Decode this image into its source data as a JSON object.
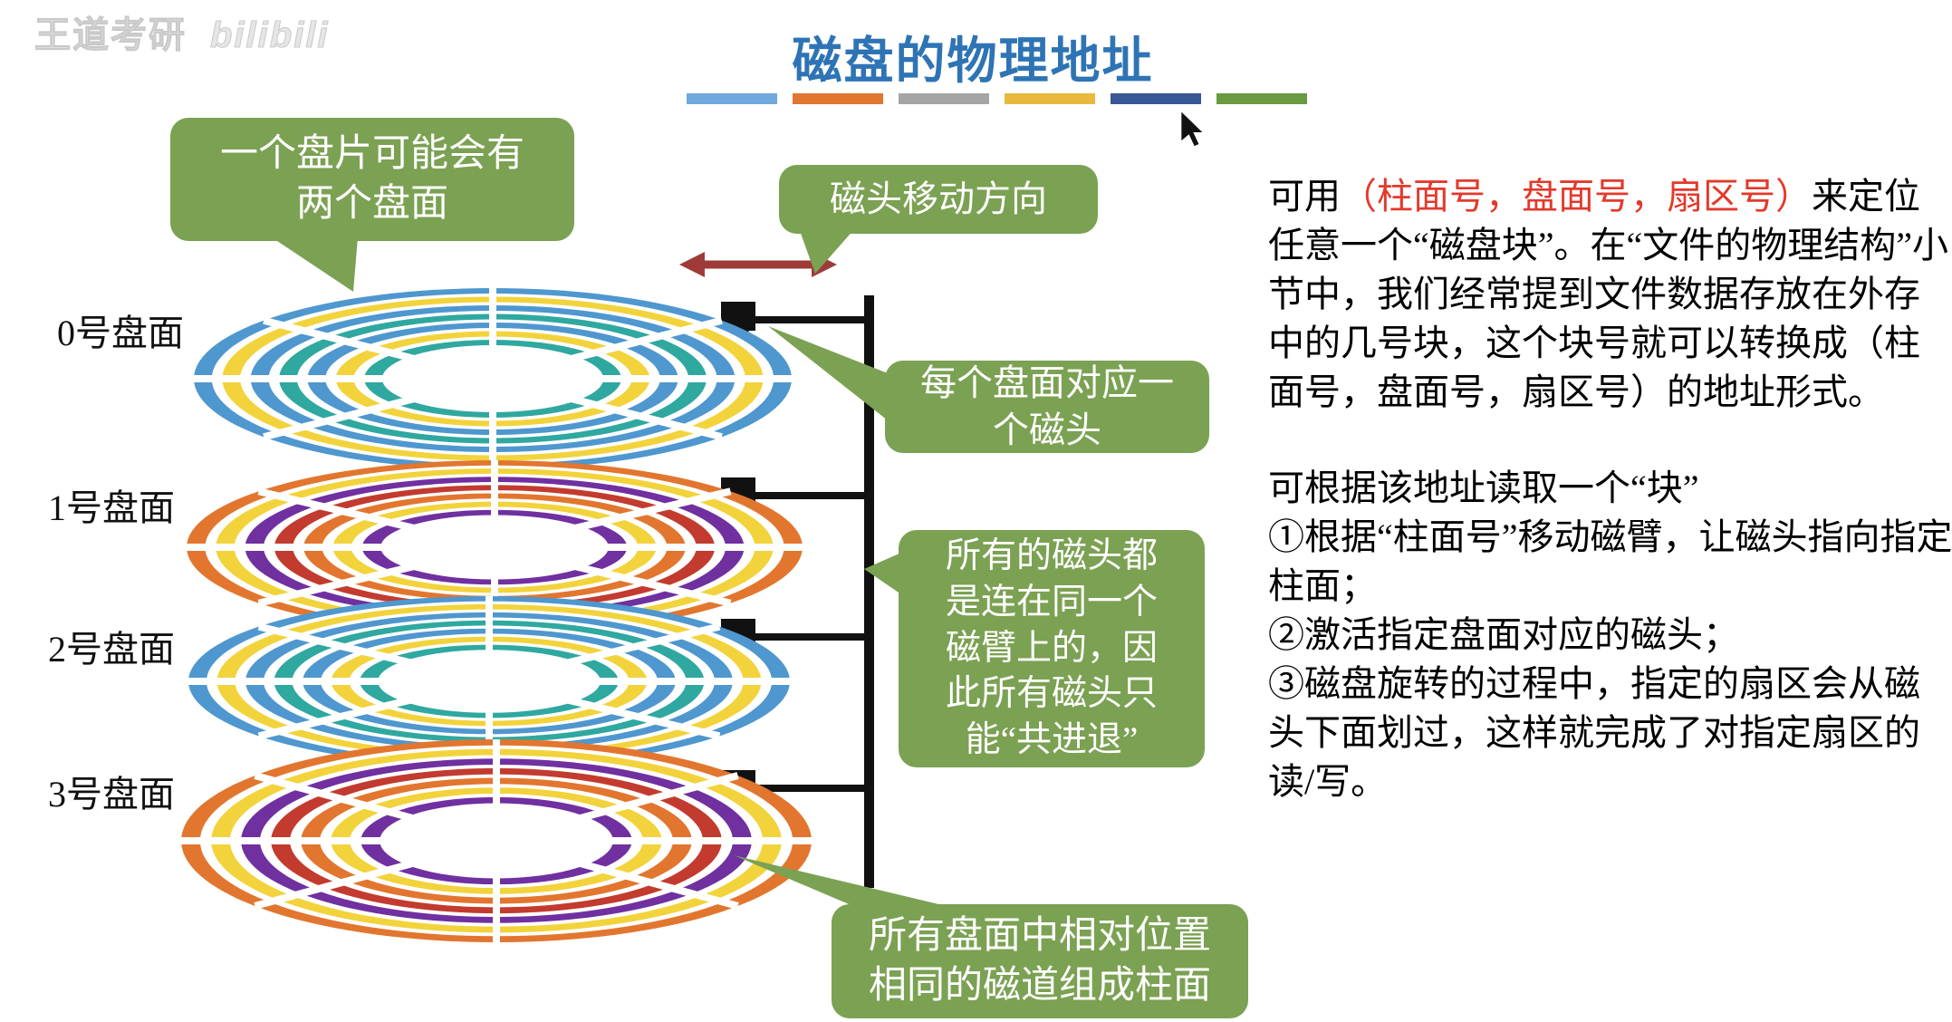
{
  "watermark": {
    "brand": "王道考研",
    "platform": "bilibili"
  },
  "title": "磁盘的物理地址",
  "divider_colors": [
    "#6FA8DC",
    "#E0762F",
    "#A5A5A5",
    "#E8B93C",
    "#3A5795",
    "#6A9A41"
  ],
  "colors": {
    "title_blue": "#2E74B5",
    "accent_red": "#E3392B",
    "callout_green": "#7BA153",
    "arrow_red": "#9E3B38",
    "arm_black": "#111111"
  },
  "palettes": {
    "blue": [
      "#4F97CF",
      "#F2D33C",
      "#4F97CF",
      "#2FA8A0",
      "#4F97CF",
      "#F2D33C",
      "#2FA8A0"
    ],
    "warm": [
      "#E2762F",
      "#F2D33C",
      "#7030A0",
      "#C23B2E",
      "#E2762F",
      "#F2D33C",
      "#7030A0"
    ]
  },
  "platters": [
    {
      "label": "0号盘面",
      "palette": "blue"
    },
    {
      "label": "1号盘面",
      "palette": "warm"
    },
    {
      "label": "2号盘面",
      "palette": "blue"
    },
    {
      "label": "3号盘面",
      "palette": "warm"
    }
  ],
  "callouts": {
    "two_sides": "一个盘片可能会有\n两个盘面",
    "head_direction": "磁头移动方向",
    "head_per_surface": "每个盘面对应一\n个磁头",
    "arm": "所有的磁头都\n是连在同一个\n磁臂上的，因\n此所有磁头只\n能“共进退”",
    "cylinder": "所有盘面中相对位置\n相同的磁道组成柱面"
  },
  "right_text": {
    "p1_prefix": "可用",
    "p1_red": "（柱面号，盘面号，扇区号）",
    "p1_rest": "来定位任意一个“磁盘块”。在“文件的物理结构”小节中，我们经常提到文件数据存放在外存中的几号块，这个块号就可以转换成（柱面号，盘面号，扇区号）的地址形式。",
    "p2": "可根据该地址读取一个“块”",
    "step1": "①根据“柱面号”移动磁臂，让磁头指向指定柱面；",
    "step2": "②激活指定盘面对应的磁头；",
    "step3": "③磁盘旋转的过程中，指定的扇区会从磁头下面划过，这样就完成了对指定扇区的读/写。"
  }
}
